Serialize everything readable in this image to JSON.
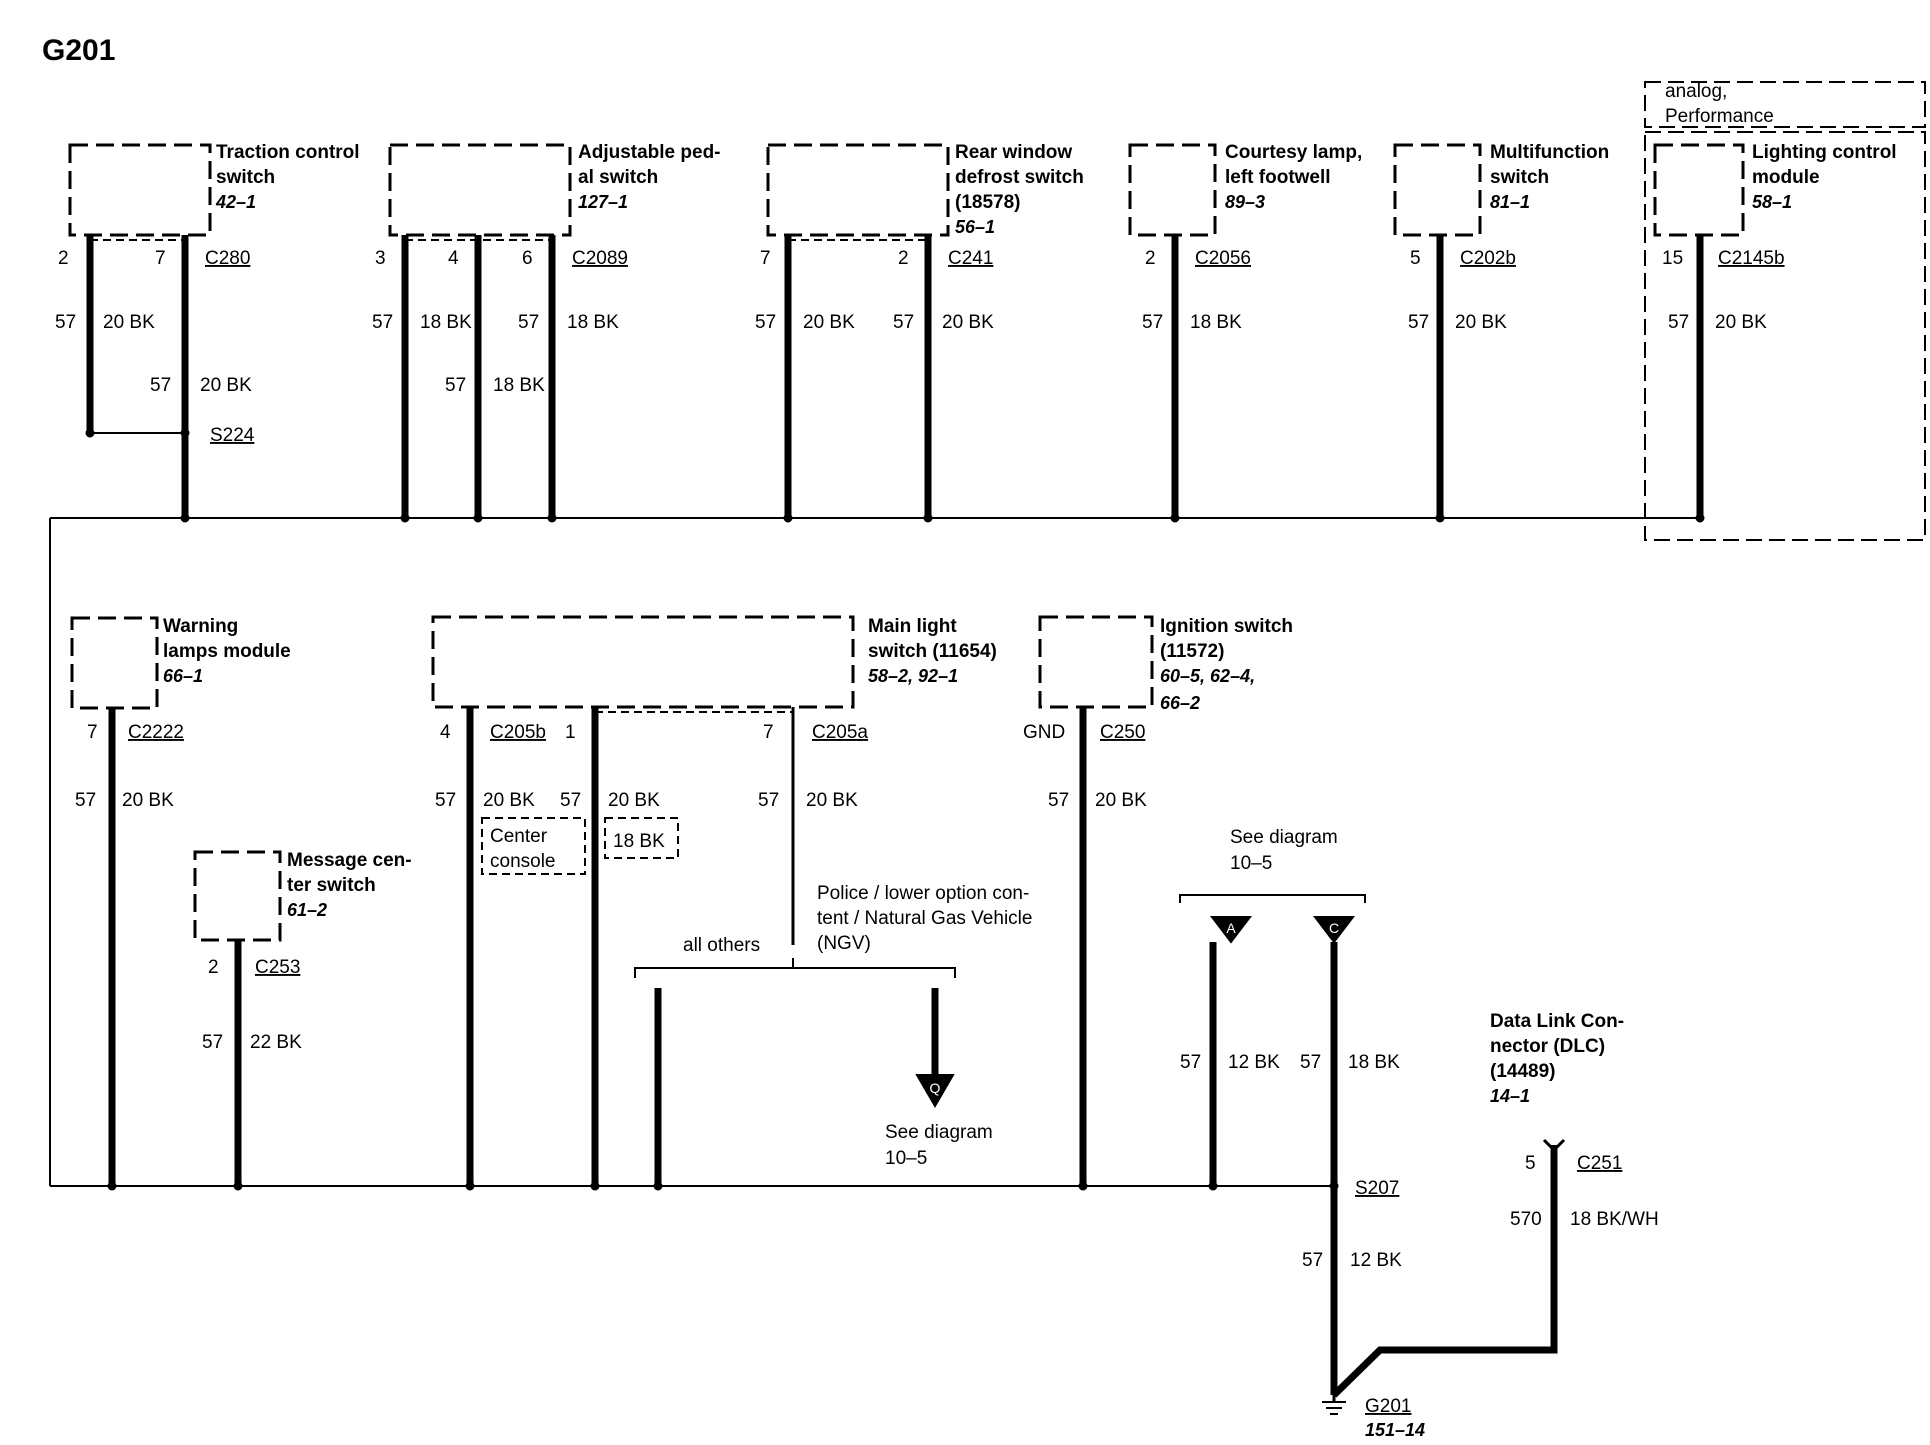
{
  "title": "G201",
  "option_box": {
    "line1": "analog,",
    "line2": "Performance"
  },
  "components": {
    "traction": {
      "name1": "Traction control",
      "name2": "switch",
      "ref": "42–1",
      "connector": "C280",
      "pin_a": "2",
      "pin_b": "7",
      "circuit_a": "57",
      "wire_a": "20 BK",
      "circuit_b": "57",
      "wire_b": "20 BK",
      "splice": "S224"
    },
    "pedal": {
      "name1": "Adjustable ped-",
      "name2": "al switch",
      "ref": "127–1",
      "connector": "C2089",
      "pin_a": "3",
      "pin_b": "4",
      "pin_c": "6",
      "circuit_a": "57",
      "wire_a": "18 BK",
      "circuit_b": "57",
      "wire_b": "18 BK",
      "circuit_c": "57",
      "wire_c": "18 BK"
    },
    "defrost": {
      "name1": "Rear window",
      "name2": "defrost switch",
      "name3": "(18578)",
      "ref": "56–1",
      "connector": "C241",
      "pin_a": "7",
      "pin_b": "2",
      "circuit_a": "57",
      "wire_a": "20 BK",
      "circuit_b": "57",
      "wire_b": "20 BK"
    },
    "courtesy": {
      "name1": "Courtesy lamp,",
      "name2": "left footwell",
      "ref": "89–3",
      "connector": "C2056",
      "pin": "2",
      "circuit": "57",
      "wire": "18 BK"
    },
    "multifunction": {
      "name1": "Multifunction",
      "name2": "switch",
      "ref": "81–1",
      "connector": "C202b",
      "pin": "5",
      "circuit": "57",
      "wire": "20 BK"
    },
    "lighting": {
      "name1": "Lighting control",
      "name2": "module",
      "ref": "58–1",
      "connector": "C2145b",
      "pin": "15",
      "circuit": "57",
      "wire": "20 BK"
    },
    "warning": {
      "name1": "Warning",
      "name2": "lamps module",
      "ref": "66–1",
      "connector": "C2222",
      "pin": "7",
      "circuit": "57",
      "wire": "20 BK"
    },
    "message": {
      "name1": "Message cen-",
      "name2": "ter switch",
      "ref": "61–2",
      "connector": "C253",
      "pin": "2",
      "circuit": "57",
      "wire": "22 BK"
    },
    "mainlight": {
      "name1": "Main light",
      "name2": "switch (11654)",
      "ref": "58–2, 92–1",
      "connector_b": "C205b",
      "connector_a": "C205a",
      "pin_4": "4",
      "pin_1": "1",
      "pin_7": "7",
      "circuit_4": "57",
      "wire_4": "20 BK",
      "circuit_1": "57",
      "wire_1": "20 BK",
      "circuit_7": "57",
      "wire_7": "20 BK",
      "center_console1": "Center",
      "center_console2": "console",
      "alt_wire": "18 BK"
    },
    "ignition": {
      "name1": "Ignition switch",
      "name2": "(11572)",
      "ref1": "60–5, 62–4,",
      "ref2": "66–2",
      "connector": "C250",
      "pin": "GND",
      "circuit": "57",
      "wire": "20 BK"
    },
    "dlc": {
      "name1": "Data Link Con-",
      "name2": "nector (DLC)",
      "name3": "(14489)",
      "ref": "14–1",
      "connector": "C251",
      "pin": "5",
      "circuit": "570",
      "wire": "18 BK/WH"
    }
  },
  "option_split": {
    "left": "all others",
    "right1": "Police / lower option con-",
    "right2": "tent / Natural Gas Vehicle",
    "right3": "(NGV)",
    "see1": "See diagram",
    "see2": "10–5",
    "arrow_q": "Q"
  },
  "see_diagram_ac": {
    "line1": "See diagram",
    "line2": "10–5",
    "arrow_a": "A",
    "arrow_c": "C",
    "circuit_a": "57",
    "wire_a": "12 BK",
    "circuit_c": "57",
    "wire_c": "18 BK"
  },
  "splice_s207": {
    "name": "S207",
    "circuit": "57",
    "wire": "12 BK"
  },
  "ground": {
    "name": "G201",
    "ref": "151–14"
  },
  "colors": {
    "ink": "#000000",
    "paper": "#ffffff"
  }
}
